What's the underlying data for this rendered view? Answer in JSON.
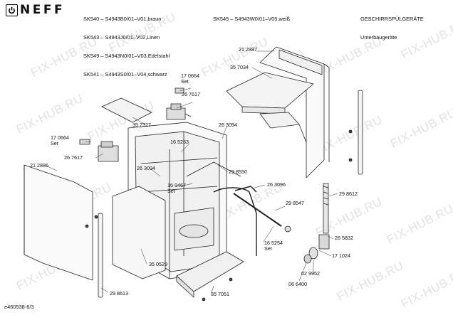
{
  "brand": {
    "logo_text": "NEFF"
  },
  "header": {
    "models_col1": [
      "SK540 – S4943B0/01–V01,braun",
      "SK543 – S4943J0/01–V02,Linen",
      "SK549 – S4943N0/01–V03,Edelstahl",
      "SK541 – S4943S0/01–V04,schwarz"
    ],
    "models_col2": [
      "SK545 – S4943W0/01–V05,weiß"
    ],
    "category": [
      "GESCHIRRSPÜLGERÄTE",
      "Unterbaugeräte"
    ]
  },
  "watermark": "FIX-HUB.RU",
  "parts": [
    {
      "id": "p1",
      "lines": [
        "21 2887"
      ]
    },
    {
      "id": "p2",
      "lines": [
        "35 7034"
      ]
    },
    {
      "id": "p3",
      "lines": [
        "17 0664",
        "Set"
      ]
    },
    {
      "id": "p4",
      "lines": [
        "26 7617"
      ]
    },
    {
      "id": "p5",
      "lines": [
        "35 7327"
      ]
    },
    {
      "id": "p6",
      "lines": [
        "26 3094"
      ]
    },
    {
      "id": "p7",
      "lines": [
        "17 0664",
        "Set"
      ]
    },
    {
      "id": "p8",
      "lines": [
        "16 5253"
      ]
    },
    {
      "id": "p9",
      "lines": [
        "26 7617"
      ]
    },
    {
      "id": "p10",
      "lines": [
        "21 2886"
      ]
    },
    {
      "id": "p11",
      "lines": [
        "26 3094"
      ]
    },
    {
      "id": "p12",
      "lines": [
        "16 9467",
        "Set"
      ]
    },
    {
      "id": "p13",
      "lines": [
        "29 8550"
      ]
    },
    {
      "id": "p14",
      "lines": [
        "26 3096"
      ]
    },
    {
      "id": "p15",
      "lines": [
        "29 8547"
      ]
    },
    {
      "id": "p16",
      "lines": [
        "29 8612"
      ]
    },
    {
      "id": "p17",
      "lines": [
        "16 5254",
        "Set"
      ]
    },
    {
      "id": "p18",
      "lines": [
        "26 5832"
      ]
    },
    {
      "id": "p19",
      "lines": [
        "17 1024"
      ]
    },
    {
      "id": "p20",
      "lines": [
        "02 9952"
      ]
    },
    {
      "id": "p21",
      "lines": [
        "06 6400"
      ]
    },
    {
      "id": "p22",
      "lines": [
        "35 0529"
      ]
    },
    {
      "id": "p23",
      "lines": [
        "29 8613"
      ]
    },
    {
      "id": "p24",
      "lines": [
        "35 7051"
      ]
    }
  ],
  "footer": {
    "doc_id": "e460538-6/3"
  }
}
